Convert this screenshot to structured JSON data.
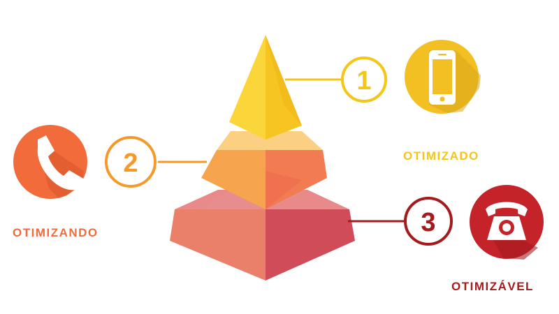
{
  "colors": {
    "level1": "#f5c518",
    "level2": "#f59a2a",
    "level3": "#a51b1d",
    "label1": "#f5c518",
    "label2": "#f26b3a",
    "label3": "#a51b1d"
  },
  "levels": [
    {
      "number": "1",
      "label": "OTIMIZADO",
      "icon": "smartphone-icon"
    },
    {
      "number": "2",
      "label": "OTIMIZANDO",
      "icon": "phone-handset-icon"
    },
    {
      "number": "3",
      "label": "OTIMIZÁVEL",
      "icon": "rotary-telephone-icon"
    }
  ]
}
